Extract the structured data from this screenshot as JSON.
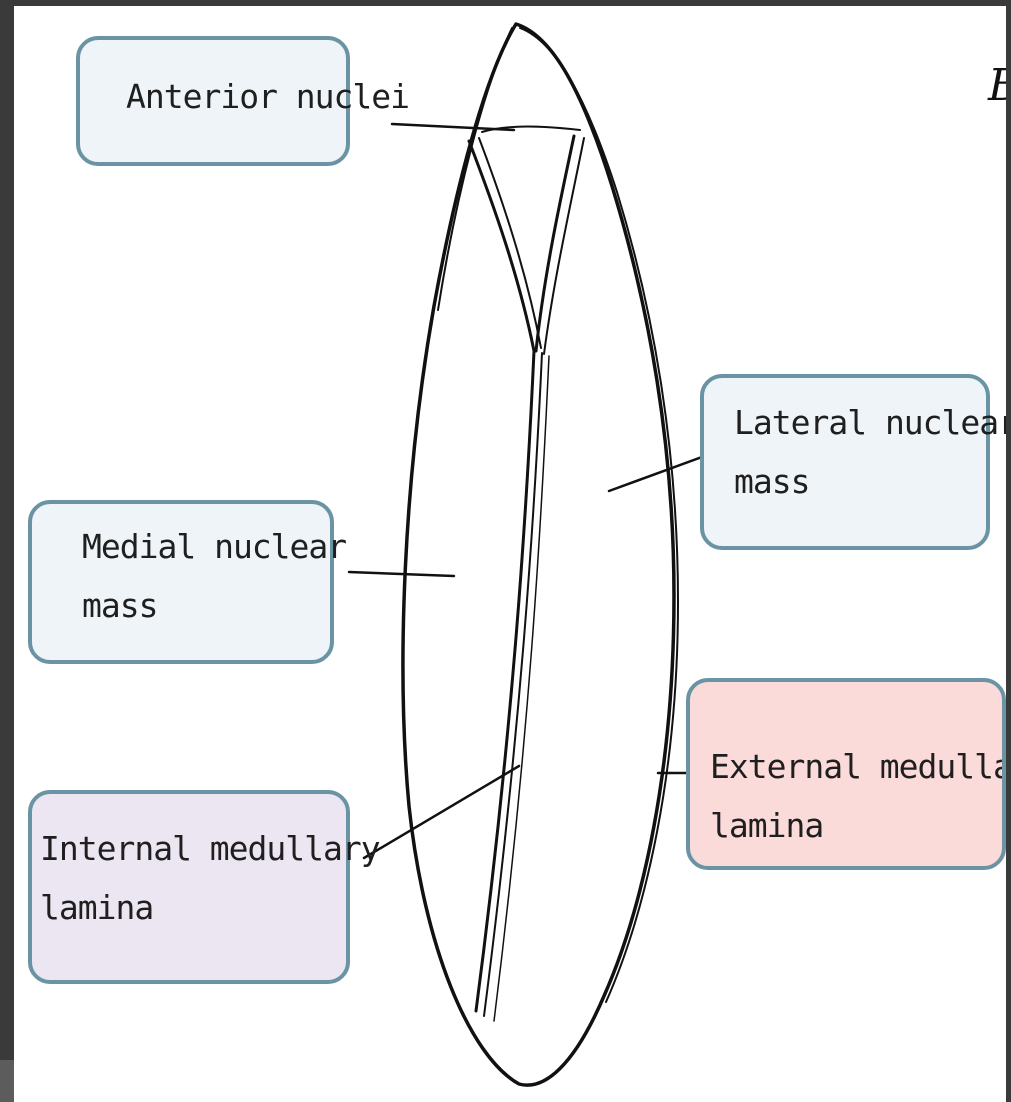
{
  "figure_letter": "B",
  "labels": {
    "anterior": {
      "text": "Anterior nuclei"
    },
    "lateral": {
      "line1": "Lateral nuclear",
      "line2": "mass"
    },
    "medial": {
      "line1": "Medial nuclear",
      "line2": "mass"
    },
    "internal": {
      "line1": "Internal medullary",
      "line2": "lamina"
    },
    "external": {
      "line1": "External medullary",
      "line2": "lamina"
    }
  },
  "colors": {
    "box_border": "#6a94a3",
    "box_fill_default": "#eef4f7",
    "box_fill_internal": "#ece6f2",
    "box_fill_external": "#fbdada"
  }
}
